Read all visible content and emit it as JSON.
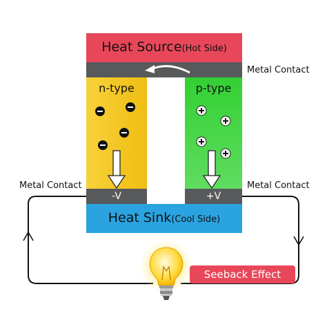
{
  "heat_source": {
    "main": "Heat Source",
    "sub": "(Hot Side)"
  },
  "heat_sink": {
    "main": "Heat Sink",
    "sub": "(Cool Side)"
  },
  "n_type": {
    "label": "n-type",
    "carrier": "-",
    "terminal": "-V"
  },
  "p_type": {
    "label": "p-type",
    "carrier": "+",
    "terminal": "+V"
  },
  "metal_contact_label": "Metal Contact",
  "effect_label": "Seeback Effect",
  "colors": {
    "heat_source": "#e8475a",
    "contact": "#58595b",
    "n_type": "#f2c21b",
    "p_type": "#3ccc3c",
    "heat_sink": "#2aa3e0",
    "effect_badge": "#e8475a"
  }
}
